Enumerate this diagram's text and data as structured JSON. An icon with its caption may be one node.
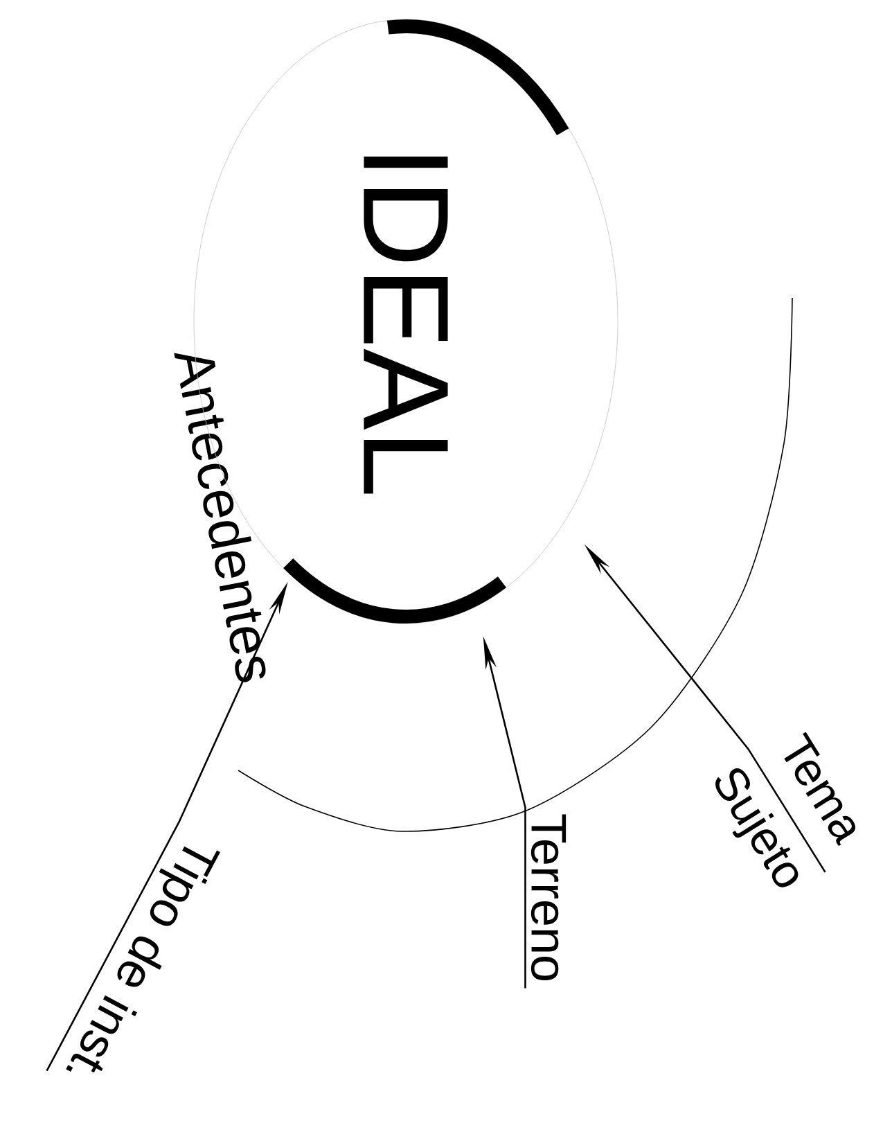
{
  "diagram": {
    "nodes": [
      {
        "text": [
          "Antecedentes"
        ]
      },
      {
        "text": [
          "IDEAL"
        ]
      },
      {
        "text": [
          "Tema",
          "Sujeto"
        ]
      },
      {
        "text": [
          "Terreno"
        ]
      },
      {
        "text": [
          "Tipo de inst."
        ]
      }
    ],
    "edges": [
      {
        "from": 2,
        "to": 1,
        "arrow": "to"
      },
      {
        "from": 3,
        "to": 1,
        "arrow": "to"
      },
      {
        "from": 4,
        "to": 1,
        "arrow": "to"
      }
    ]
  }
}
